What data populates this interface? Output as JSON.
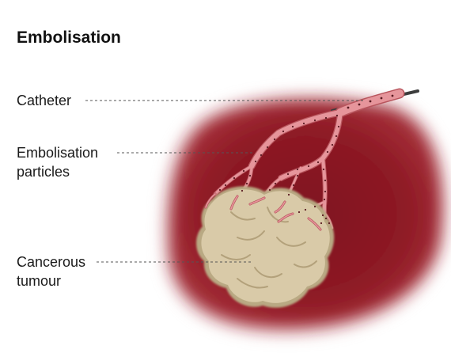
{
  "title": "Embolisation",
  "labels": {
    "catheter": "Catheter",
    "particles_line1": "Embolisation",
    "particles_line2": "particles",
    "tumour_line1": "Cancerous",
    "tumour_line2": "tumour"
  },
  "colors": {
    "background": "#ffffff",
    "organ": "#8e1a25",
    "organ_glow": "#e6c8cb",
    "tumour": "#d6c7a4",
    "vessel": "#e38f95",
    "catheter": "#444444",
    "leader": "#555555"
  }
}
